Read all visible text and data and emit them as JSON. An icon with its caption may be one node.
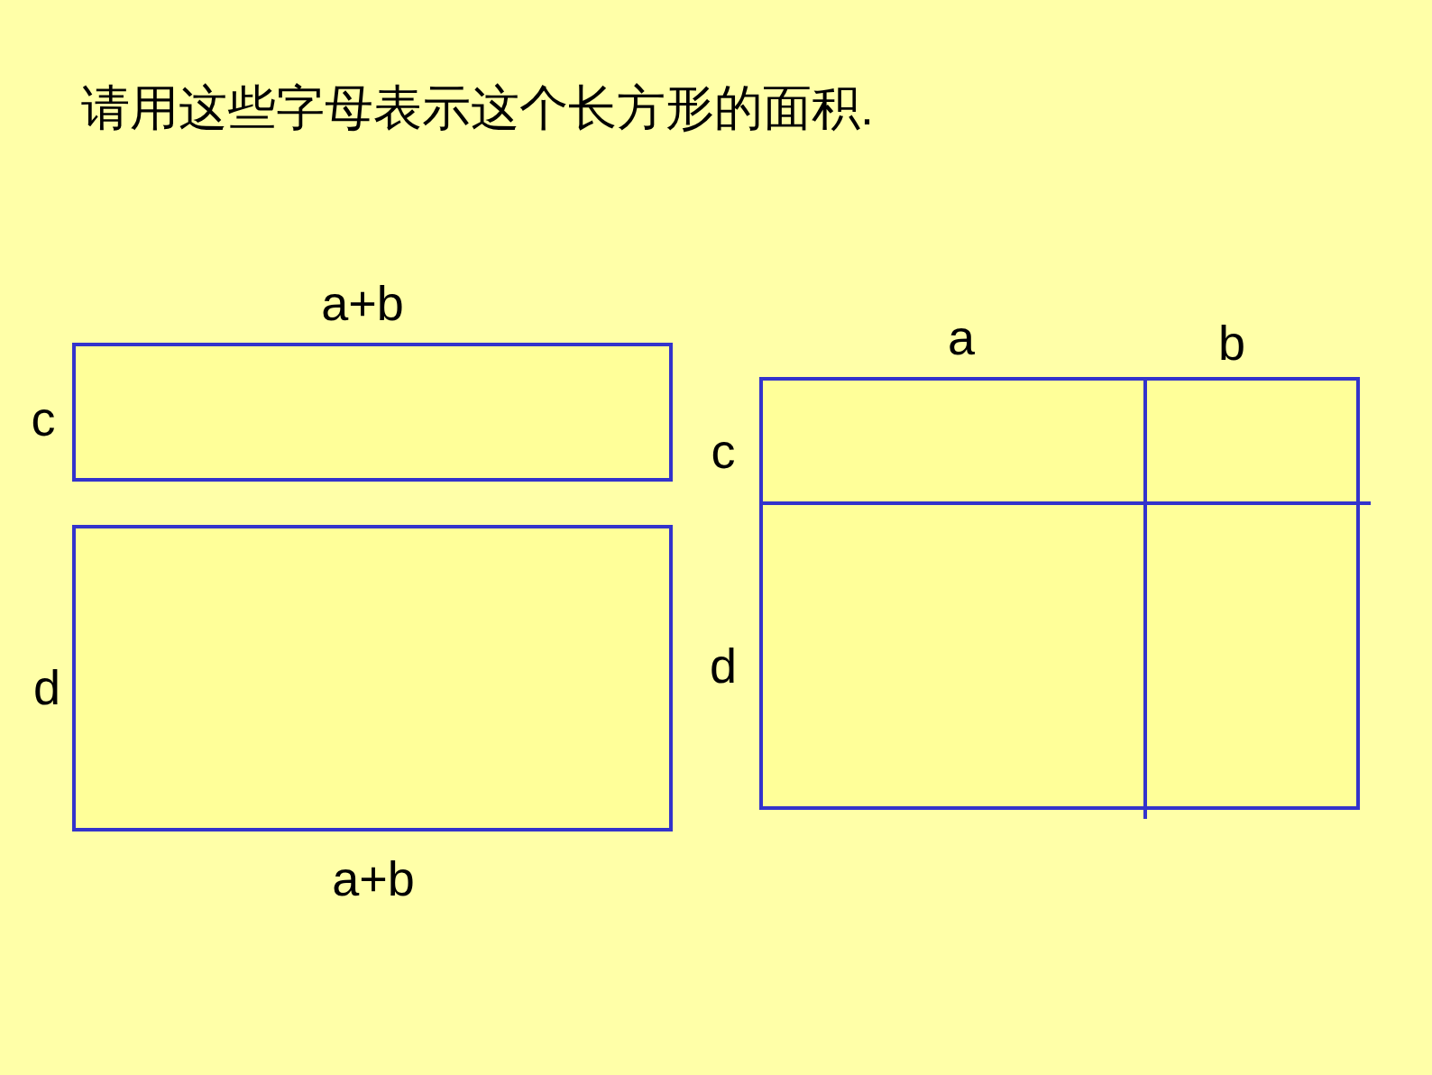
{
  "diagram": {
    "title": "请用这些字母表示这个长方形的面积.",
    "nodes": [
      {
        "text": [],
        "shape": "box"
      },
      {
        "text": [],
        "shape": "box"
      },
      {
        "text": [],
        "shape": "box"
      }
    ],
    "labels": [
      "a+b",
      "c",
      "d",
      "a+b",
      "a",
      "b",
      "c",
      "d"
    ]
  }
}
